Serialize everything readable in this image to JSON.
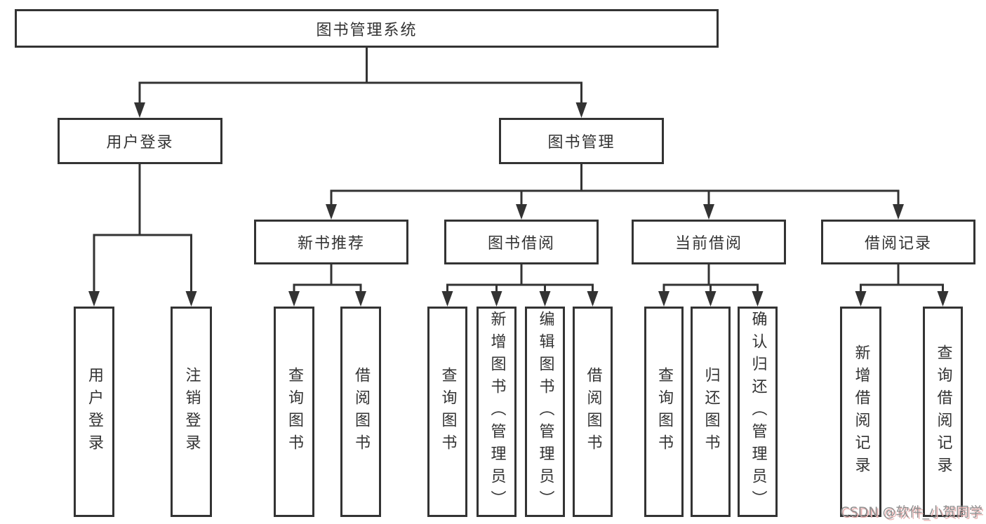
{
  "root": {
    "label": "图书管理系统"
  },
  "branches": [
    {
      "label": "用户登录"
    },
    {
      "label": "图书管理"
    }
  ],
  "modules": [
    {
      "label": "新书推荐",
      "parent": "图书管理"
    },
    {
      "label": "图书借阅",
      "parent": "图书管理"
    },
    {
      "label": "当前借阅",
      "parent": "图书管理"
    },
    {
      "label": "借阅记录",
      "parent": "图书管理"
    }
  ],
  "functions": [
    {
      "label": "用户登录",
      "parent": "用户登录"
    },
    {
      "label": "注销登录",
      "parent": "用户登录"
    },
    {
      "label": "查询图书",
      "parent": "新书推荐"
    },
    {
      "label": "借阅图书",
      "parent": "新书推荐"
    },
    {
      "label": "查询图书",
      "parent": "图书借阅"
    },
    {
      "label": "新增图书（管理员）",
      "parent": "图书借阅"
    },
    {
      "label": "编辑图书（管理员）",
      "parent": "图书借阅"
    },
    {
      "label": "借阅图书",
      "parent": "图书借阅"
    },
    {
      "label": "查询图书",
      "parent": "当前借阅"
    },
    {
      "label": "归还图书",
      "parent": "当前借阅"
    },
    {
      "label": "确认归还（管理员）",
      "parent": "当前借阅"
    },
    {
      "label": "新增借阅记录",
      "parent": "借阅记录"
    },
    {
      "label": "查询借阅记录",
      "parent": "借阅记录"
    }
  ],
  "watermark": {
    "text": "CSDN @软件_小贺同学"
  },
  "colors": {
    "line": "#333333",
    "box_fill": "#ffffff",
    "background": "#ffffff",
    "watermark_text": "#8f8f8f",
    "watermark_shadow": "#e8b4b4"
  }
}
